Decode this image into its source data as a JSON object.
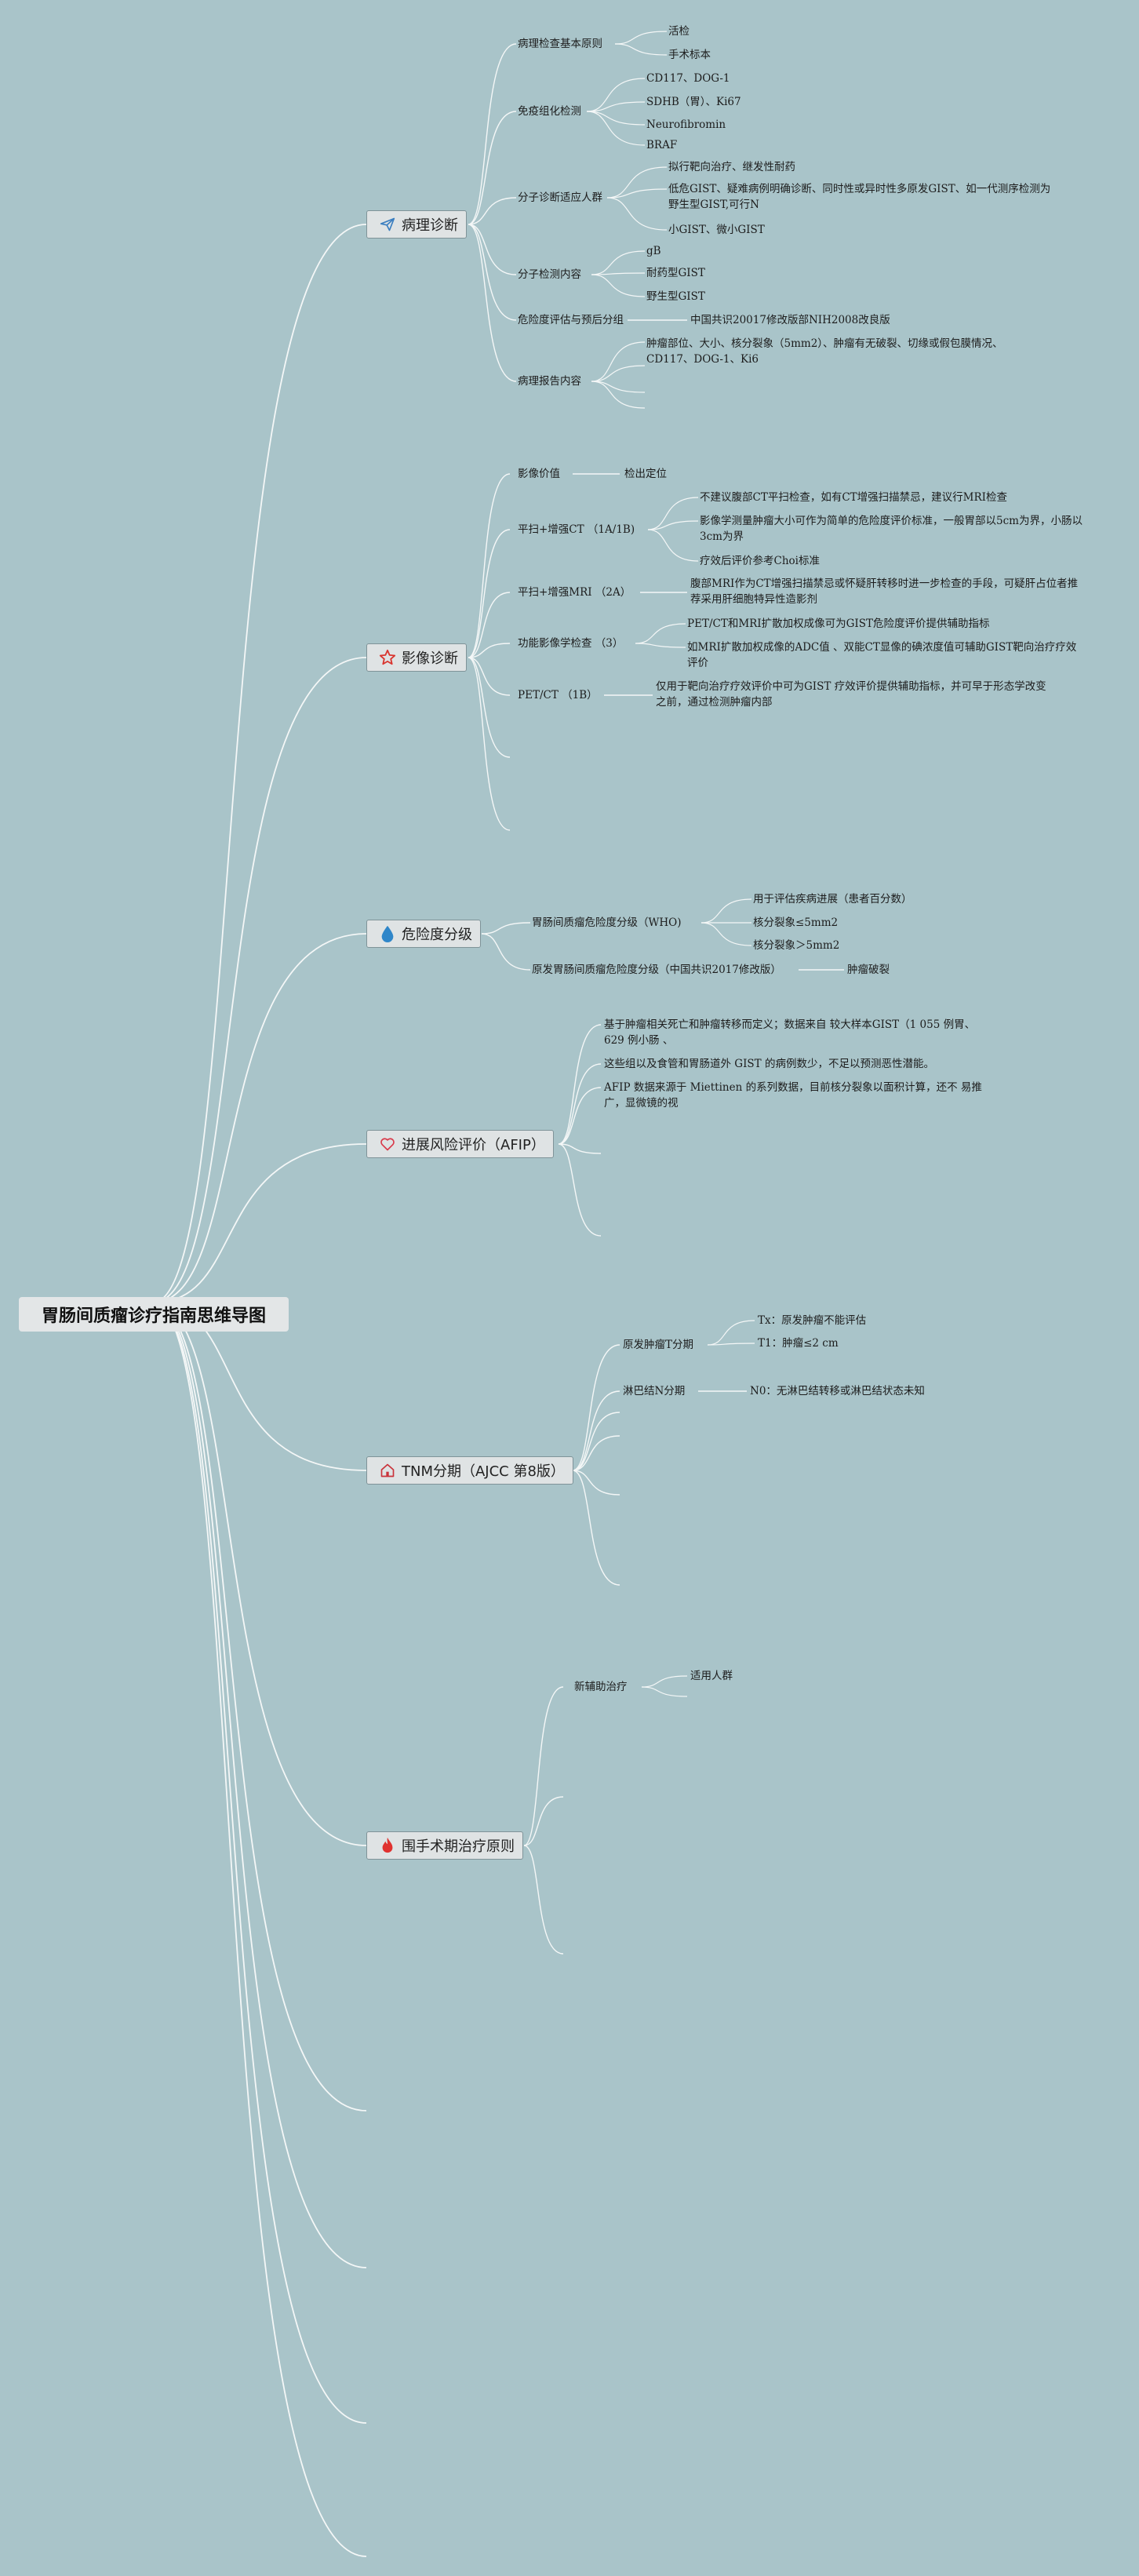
{
  "title": "胃肠间质瘤诊疗指南思维导图",
  "colors": {
    "background": "#a9c4c9",
    "line": "#f4f7f7",
    "node_fill": "#dfe3e4"
  },
  "branches": [
    {
      "label": "病理诊断",
      "icon": "paper-plane-icon",
      "children": [
        {
          "label": "病理检查基本原则",
          "children": [
            "活检",
            "手术标本"
          ]
        },
        {
          "label": "免疫组化检测",
          "children": [
            "CD117、DOG-1",
            "SDHB（胃）、Ki67",
            "Neurofibromin",
            "BRAF"
          ]
        },
        {
          "label": "分子诊断适应人群",
          "children": [
            "拟行靶向治疗、继发性耐药",
            "低危GIST、疑难病例明确诊断、同时性或异时性多原发GIST、如一代测序检测为野生型GIST,可行N",
            "小GIST、微小GIST"
          ]
        },
        {
          "label": "分子检测内容",
          "children": [
            "gB",
            "耐药型GIST",
            "野生型GIST"
          ]
        },
        {
          "label": "危险度评估与预后分组",
          "children": [
            "中国共识20017修改版部NIH2008改良版"
          ]
        },
        {
          "label": "病理报告内容",
          "children": [
            "肿瘤部位、大小、核分裂象（5mm2）、肿瘤有无破裂、切缘或假包膜情况、CD117、DOG-1、Ki6"
          ]
        }
      ]
    },
    {
      "label": "影像诊断",
      "icon": "star-icon",
      "children": [
        {
          "label": "影像价值",
          "children": [
            "检出定位"
          ]
        },
        {
          "label": "平扫+增强CT （1A/1B)",
          "children": [
            "不建议腹部CT平扫检查，如有CT增强扫描禁忌，建议行MRI检查",
            "影像学测量肿瘤大小可作为简单的危险度评价标准，一般胃部以5cm为界，小肠以3cm为界",
            "疗效后评价参考Choi标准"
          ]
        },
        {
          "label": "平扫+增强MRI （2A）",
          "children": [
            "腹部MRI作为CT增强扫描禁忌或怀疑肝转移时进一步检查的手段，可疑肝占位者推荐采用肝细胞特异性造影剂"
          ]
        },
        {
          "label": "功能影像学检查 （3）",
          "children": [
            "PET/CT和MRI扩散加权成像可为GIST危险度评价提供辅助指标",
            "如MRI扩散加权成像的ADC值 、双能CT显像的碘浓度值可辅助GIST靶向治疗疗效评价"
          ]
        },
        {
          "label": "PET/CT （1B）",
          "children": [
            "仅用于靶向治疗疗效评价中可为GIST 疗效评价提供辅助指标，并可早于形态学改变之前，通过检测肿瘤内部"
          ]
        }
      ]
    },
    {
      "label": "危险度分级",
      "icon": "water-drop-icon",
      "children": [
        {
          "label": "胃肠间质瘤危险度分级（WHO)",
          "children": [
            "用于评估疾病进展（患者百分数）",
            "核分裂象≤5mm2",
            "核分裂象＞5mm2"
          ]
        },
        {
          "label": "原发胃肠间质瘤危险度分级（中国共识2017修改版）",
          "children": [
            "肿瘤破裂"
          ]
        }
      ]
    },
    {
      "label": "进展风险评价（AFIP）",
      "icon": "heart-icon",
      "children": [
        {
          "label": "基于肿瘤相关死亡和肿瘤转移而定义；数据来自 较大样本GIST（1 055 例胃、629 例小肠 、"
        },
        {
          "label": "这些组以及食管和胃肠道外 GIST 的病例数少，不足以预测恶性潜能。"
        },
        {
          "label": "AFIP 数据来源于 Miettinen 的系列数据，目前核分裂象以面积计算，还不 易推广，显微镜的视"
        }
      ]
    },
    {
      "label": "TNM分期（AJCC 第8版）",
      "icon": "house-icon",
      "children": [
        {
          "label": "原发肿瘤T分期",
          "children": [
            "Tx：原发肿瘤不能评估",
            "T1：肿瘤≤2 cm"
          ]
        },
        {
          "label": "淋巴结N分期",
          "children": [
            "N0：无淋巴结转移或淋巴结状态未知"
          ]
        }
      ]
    },
    {
      "label": "围手术期治疗原则",
      "icon": "flame-icon",
      "children": [
        {
          "label": "新辅助治疗",
          "children": [
            "适用人群"
          ]
        }
      ]
    }
  ]
}
